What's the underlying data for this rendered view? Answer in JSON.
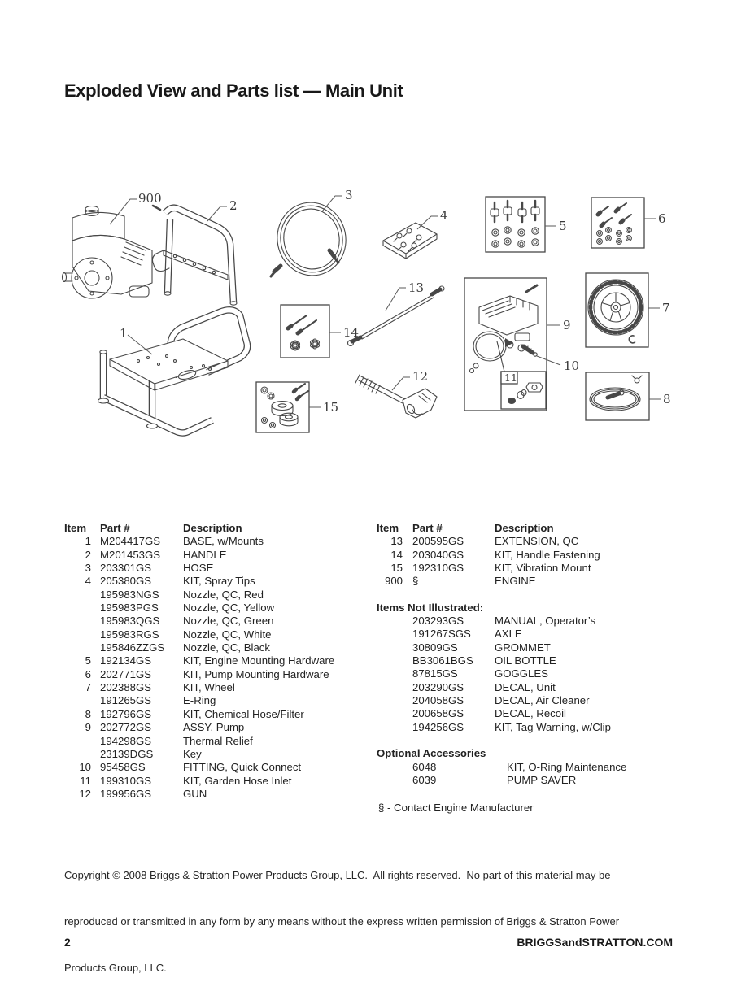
{
  "page": {
    "title": "Exploded View and Parts list — Main Unit",
    "footer": {
      "page_number": "2",
      "website": "BRIGGSandSTRATTON.COM"
    },
    "copyright_lines": [
      "Copyright © 2008 Briggs & Stratton Power Products Group, LLC.  All rights reserved.  No part of this material may be",
      "reproduced or transmitted in any form by any means without the express written permission of Briggs & Stratton Power",
      "Products Group, LLC."
    ]
  },
  "diagram": {
    "callouts": {
      "base": "1",
      "handle": "2",
      "hose": "3",
      "spray_tips": "4",
      "engine_mounting_kit": "5",
      "pump_mounting_kit": "6",
      "wheel_kit": "7",
      "chemical_hose_kit": "8",
      "pump_assembly": "9",
      "quick_connect_fitting": "10",
      "garden_hose_inlet_kit": "11",
      "gun": "12",
      "extension": "13",
      "handle_fastening_kit": "14",
      "vibration_mount_kit": "15",
      "engine": "900"
    }
  },
  "parts_list": {
    "headers": {
      "item": "Item",
      "part": "Part #",
      "description": "Description"
    },
    "left_rows": [
      {
        "item": "1",
        "part": "M204417GS",
        "desc": "BASE, w/Mounts"
      },
      {
        "item": "2",
        "part": "M201453GS",
        "desc": "HANDLE"
      },
      {
        "item": "3",
        "part": "203301GS",
        "desc": "HOSE"
      },
      {
        "item": "4",
        "part": "205380GS",
        "desc": "KIT, Spray Tips"
      },
      {
        "item": "",
        "part": "195983NGS",
        "desc": "Nozzle, QC, Red"
      },
      {
        "item": "",
        "part": "195983PGS",
        "desc": "Nozzle, QC, Yellow"
      },
      {
        "item": "",
        "part": "195983QGS",
        "desc": "Nozzle, QC, Green"
      },
      {
        "item": "",
        "part": "195983RGS",
        "desc": "Nozzle, QC, White"
      },
      {
        "item": "",
        "part": "195846ZZGS",
        "desc": "Nozzle, QC, Black"
      },
      {
        "item": "5",
        "part": "192134GS",
        "desc": "KIT, Engine Mounting Hardware"
      },
      {
        "item": "6",
        "part": "202771GS",
        "desc": "KIT, Pump Mounting Hardware"
      },
      {
        "item": "7",
        "part": "202388GS",
        "desc": "KIT, Wheel"
      },
      {
        "item": "",
        "part": "191265GS",
        "desc": "E-Ring"
      },
      {
        "item": "8",
        "part": "192796GS",
        "desc": "KIT, Chemical Hose/Filter"
      },
      {
        "item": "9",
        "part": "202772GS",
        "desc": "ASSY, Pump"
      },
      {
        "item": "",
        "part": "194298GS",
        "desc": "Thermal Relief"
      },
      {
        "item": "",
        "part": "23139DGS",
        "desc": "Key"
      },
      {
        "item": "10",
        "part": "95458GS",
        "desc": "FITTING, Quick Connect"
      },
      {
        "item": "11",
        "part": "199310GS",
        "desc": "KIT, Garden Hose Inlet"
      },
      {
        "item": "12",
        "part": "199956GS",
        "desc": "GUN"
      }
    ],
    "right_rows": [
      {
        "item": "13",
        "part": "200595GS",
        "desc": "EXTENSION, QC"
      },
      {
        "item": "14",
        "part": "203040GS",
        "desc": "KIT, Handle Fastening"
      },
      {
        "item": "15",
        "part": "192310GS",
        "desc": "KIT, Vibration Mount"
      },
      {
        "item": "900",
        "part": "§",
        "desc": "ENGINE"
      }
    ],
    "not_illustrated": {
      "title": "Items Not Illustrated:",
      "rows": [
        {
          "item": "",
          "part": "203293GS",
          "desc": "MANUAL, Operator’s"
        },
        {
          "item": "",
          "part": "191267SGS",
          "desc": "AXLE"
        },
        {
          "item": "",
          "part": "30809GS",
          "desc": "GROMMET"
        },
        {
          "item": "",
          "part": "BB3061BGS",
          "desc": "OIL BOTTLE"
        },
        {
          "item": "",
          "part": "87815GS",
          "desc": "GOGGLES"
        },
        {
          "item": "",
          "part": "203290GS",
          "desc": "DECAL, Unit"
        },
        {
          "item": "",
          "part": "204058GS",
          "desc": "DECAL, Air Cleaner"
        },
        {
          "item": "",
          "part": "200658GS",
          "desc": "DECAL, Recoil"
        },
        {
          "item": "",
          "part": "194256GS",
          "desc": "KIT, Tag Warning, w/Clip"
        }
      ]
    },
    "optional_accessories": {
      "title": "Optional Accessories",
      "rows": [
        {
          "item": "",
          "part": "6048",
          "desc": "KIT, O-Ring Maintenance"
        },
        {
          "item": "",
          "part": "6039",
          "desc": "PUMP SAVER"
        }
      ]
    },
    "footnote": "§ - Contact Engine Manufacturer"
  }
}
